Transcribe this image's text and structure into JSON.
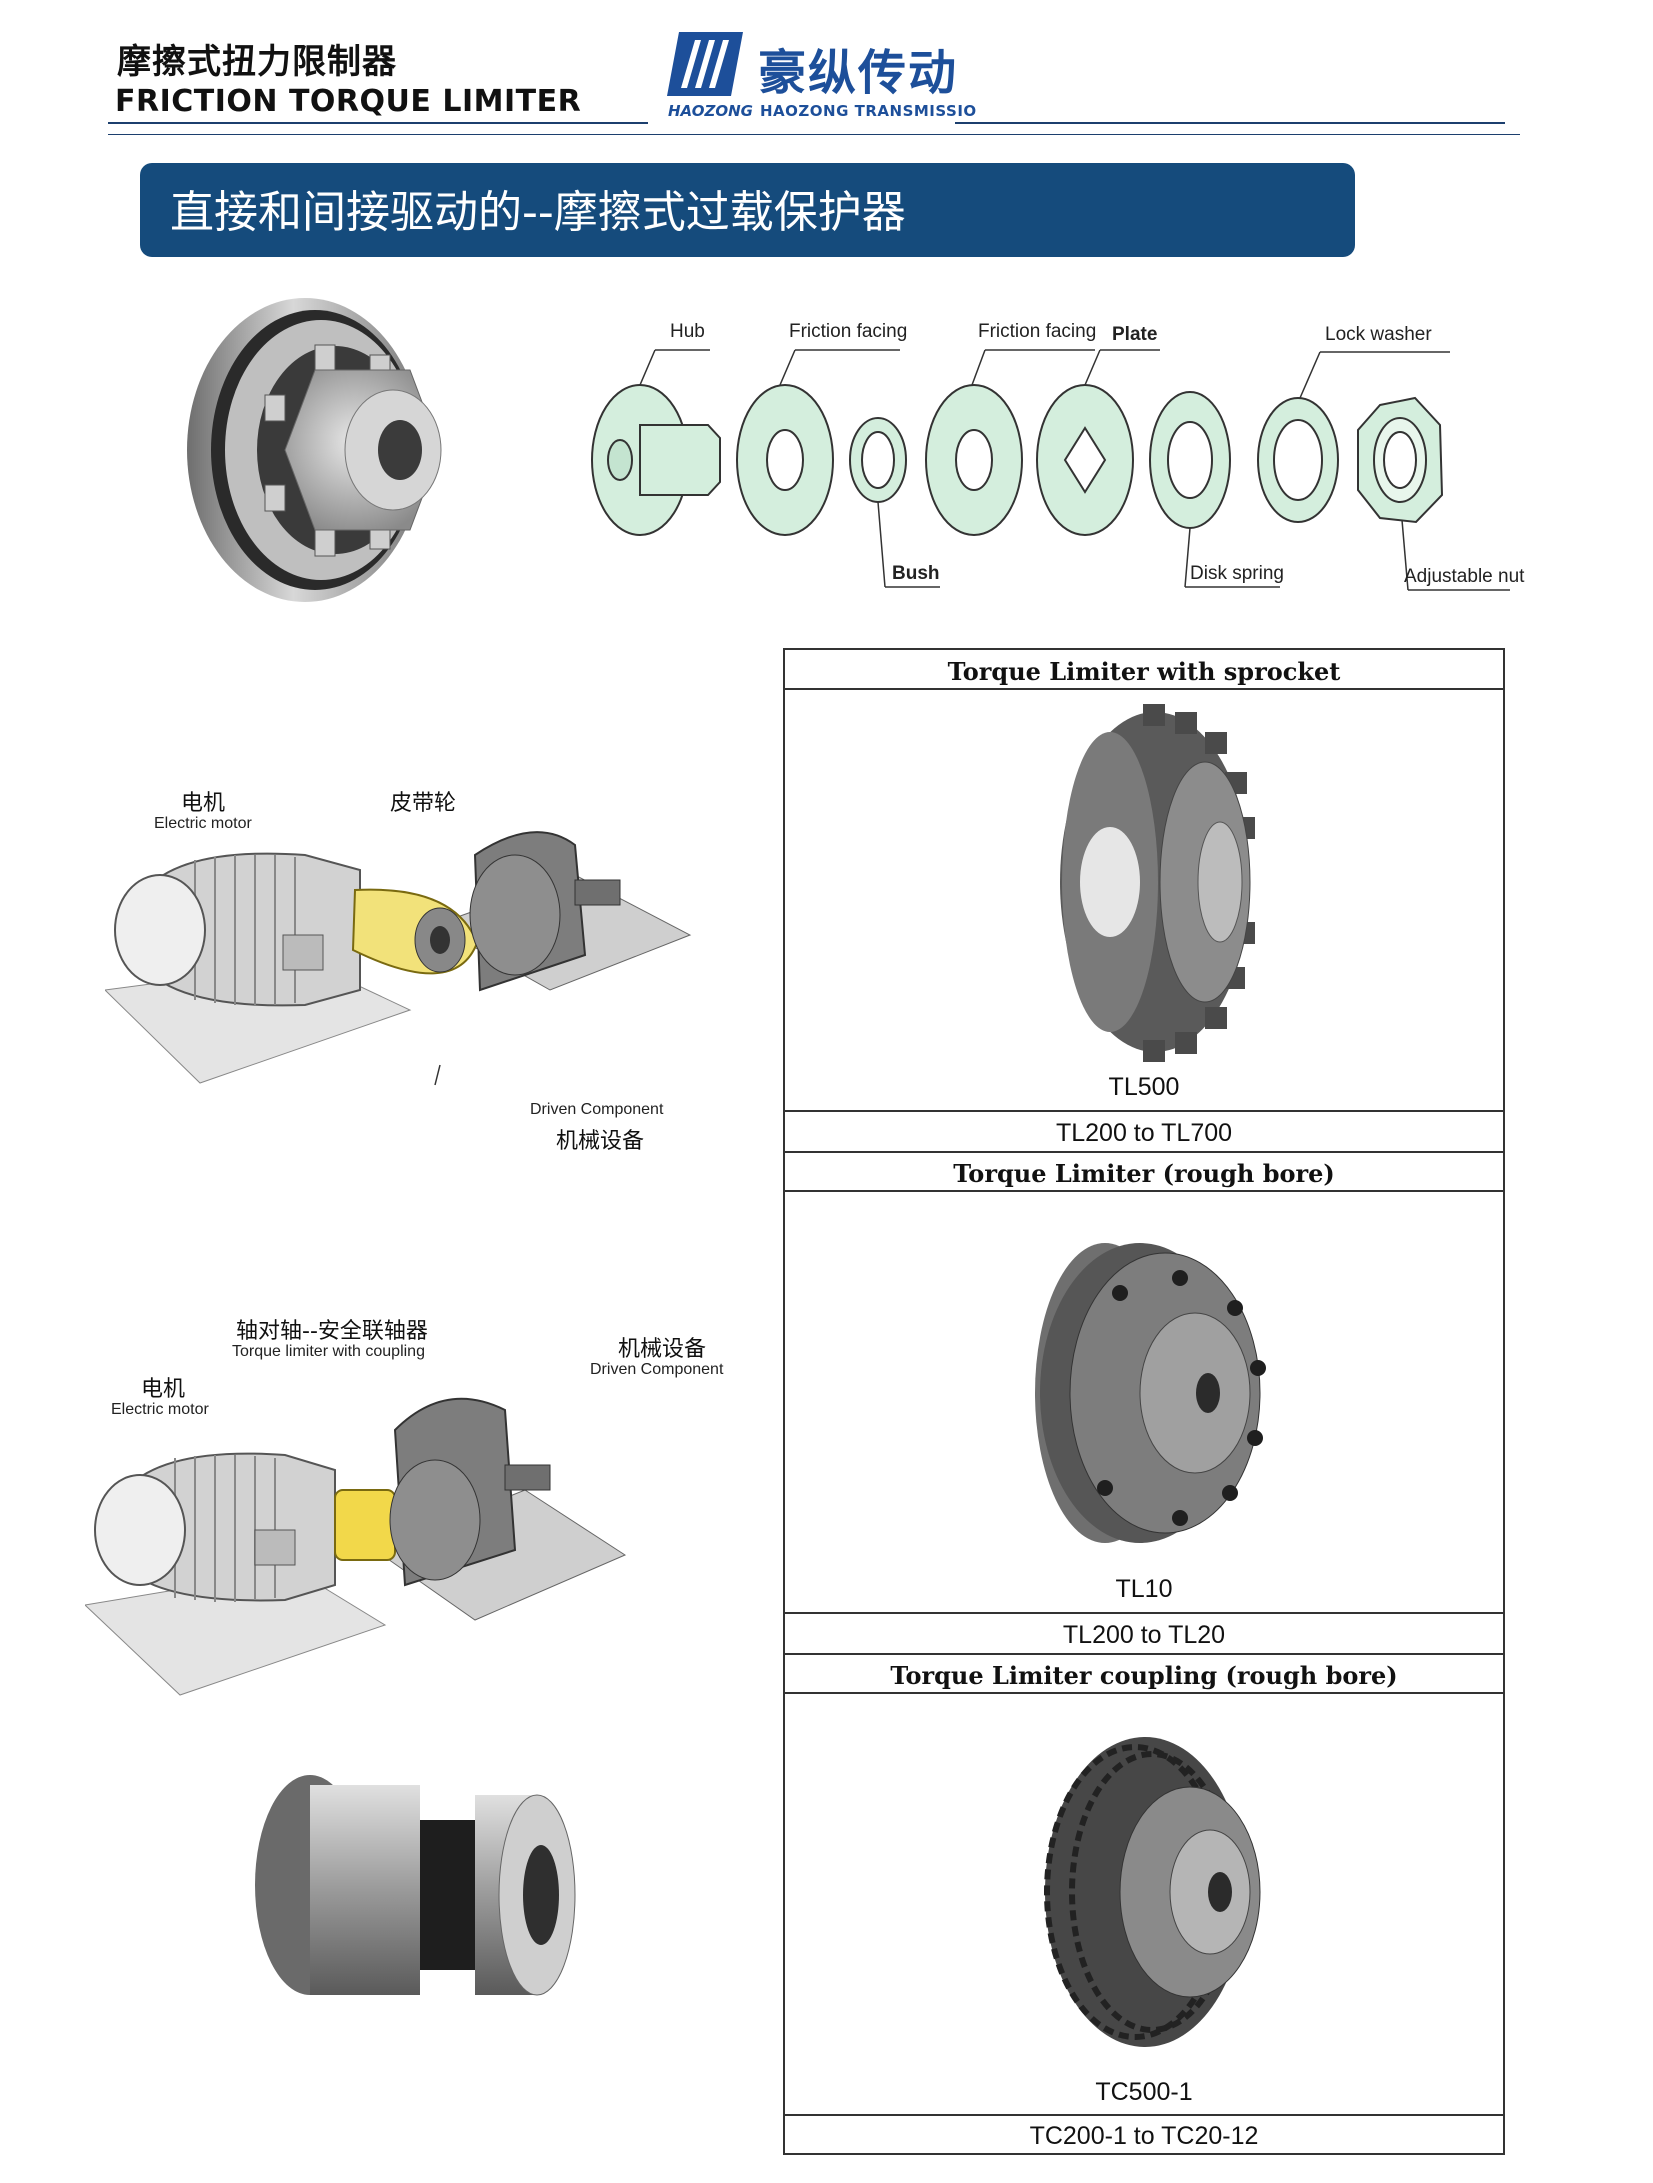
{
  "header": {
    "title_cn": "摩擦式扭力限制器",
    "title_en": "FRICTION TORQUE LIMITER",
    "logo_cn": "豪纵传动",
    "logo_en_short": "HAOZONG",
    "logo_en_full": "HAOZONG TRANSMISSIO",
    "brand_color": "#1d4f9a"
  },
  "banner": {
    "text": "直接和间接驱动的--摩擦式过载保护器",
    "color": "#154b7c"
  },
  "exploded_view": {
    "labels": {
      "hub": "Hub",
      "friction_facing_1": "Friction facing",
      "friction_facing_2": "Friction facing",
      "plate": "Plate",
      "lock_washer": "Lock washer",
      "bush": "Bush",
      "disk_spring": "Disk spring",
      "adjustable_nut": "Adjustable nut"
    },
    "part_color": "#d4eedd"
  },
  "diagram_belt": {
    "motor_cn": "电机",
    "motor_en": "Electric motor",
    "pulley_cn": "皮带轮",
    "driven_en": "Driven Component",
    "driven_cn": "机械设备"
  },
  "diagram_coupling": {
    "coupling_cn": "轴对轴--安全联轴器",
    "coupling_en": "Torque limiter with coupling",
    "motor_cn": "电机",
    "motor_en": "Electric motor",
    "driven_cn": "机械设备",
    "driven_en": "Driven Component"
  },
  "products": [
    {
      "title": "Torque Limiter with sprocket",
      "model": "TL500",
      "range": "TL200 to TL700"
    },
    {
      "title": "Torque Limiter (rough bore)",
      "model": "TL10",
      "range": "TL200 to TL20"
    },
    {
      "title": "Torque Limiter coupling (rough bore)",
      "model": "TC500-1",
      "range": "TC200-1 to TC20-12"
    }
  ]
}
